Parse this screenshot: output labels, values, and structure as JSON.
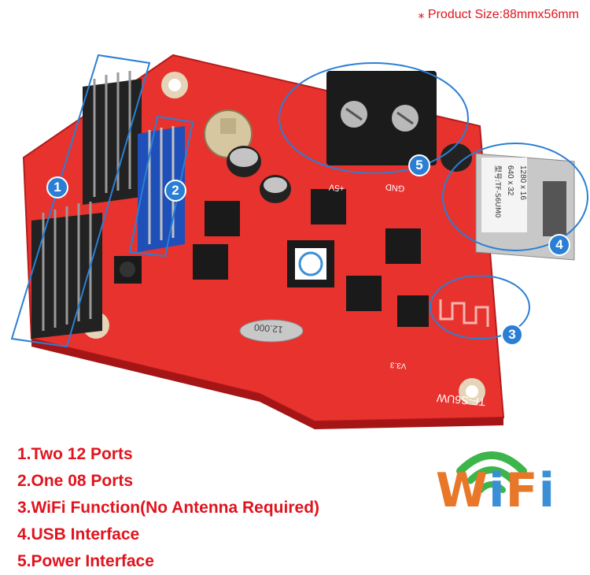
{
  "product_size": "⁎ Product Size:88mmx56mm",
  "board": {
    "model_label": "TF-S6UW",
    "version_label": "V3.3",
    "crystal_label": "12.000",
    "power_labels": [
      "+5V",
      "GND"
    ],
    "usb_sticker": [
      "1280 x 16",
      "640 x 32",
      "型号:TF-S6UM0"
    ]
  },
  "callouts": [
    "1",
    "2",
    "3",
    "4",
    "5"
  ],
  "features": [
    "1.Two 12 Ports",
    "2.One 08 Ports",
    "3.WiFi Function(No Antenna Required)",
    "4.USB Interface",
    "5.Power Interface"
  ],
  "wifi_logo": {
    "letters": [
      "W",
      "i",
      "F",
      "i"
    ],
    "colors": {
      "W": "#e8772a",
      "i": "#3b8fd6",
      "F": "#e8772a",
      "arcs": "#3db54a"
    }
  },
  "colors": {
    "pcb": "#e52a2a",
    "callout_blue": "#2a7fd4",
    "text_red": "#e0141e"
  }
}
